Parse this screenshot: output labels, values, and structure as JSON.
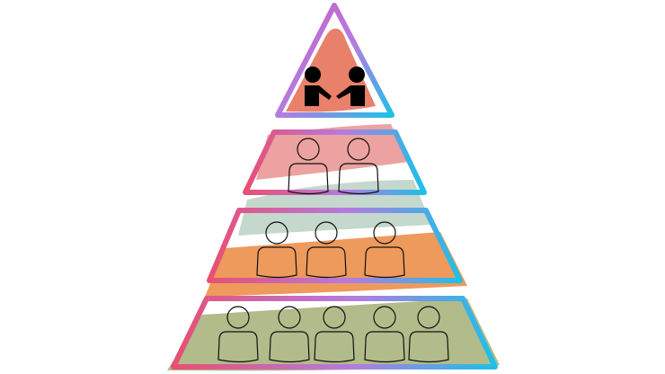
{
  "diagram": {
    "type": "pyramid",
    "tiers": [
      {
        "id": "top",
        "people": 2,
        "icon": "handshake-icon",
        "fill": "#e8806a"
      },
      {
        "id": "tier-2",
        "people": 2,
        "icon": "person-outline-icon",
        "fill": "#eba2a0"
      },
      {
        "id": "tier-3",
        "people": 3,
        "icon": "person-outline-icon",
        "fill": "#ed9a5c"
      },
      {
        "id": "tier-4",
        "people": 5,
        "icon": "person-outline-icon",
        "fill": "#b2bb8a"
      }
    ],
    "colors": {
      "gradient_start": "#e94f72",
      "gradient_mid": "#b57be0",
      "gradient_end": "#1ec0e8",
      "green_band": "#c5d8cd"
    }
  }
}
